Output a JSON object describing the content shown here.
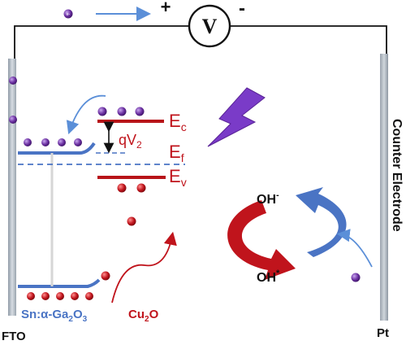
{
  "circuit": {
    "electron_symbol": "e-",
    "plus_sign": "+",
    "minus_sign": "-",
    "voltmeter_label": "V"
  },
  "electrodes": {
    "left_label": "FTO",
    "right_label": "Pt",
    "counter_label": "Counter Electrode"
  },
  "bands": {
    "ec_label": "E",
    "ec_sub": "c",
    "ef_label": "E",
    "ef_sub": "f",
    "ev_label": "E",
    "ev_sub": "v",
    "barrier_label": "qV",
    "barrier_sub": "2"
  },
  "materials": {
    "n_type_prefix": "Sn:α-Ga",
    "n_type_sub1": "2",
    "n_type_mid": "O",
    "n_type_sub2": "3",
    "p_type_prefix": "Cu",
    "p_type_sub": "2",
    "p_type_suffix": "O"
  },
  "reaction": {
    "top_species": "OH",
    "top_sup": "-",
    "bottom_species": "OH",
    "bottom_sup": "*"
  },
  "particles": {
    "electron_mark": "e-",
    "hole_mark": "h+"
  },
  "colors": {
    "electrode": "#a9b2bc",
    "n_band": "#4a74c4",
    "p_band": "#b81419",
    "electron": "#6a2fa0",
    "hole": "#c0141c",
    "lightning": "#7a3bc8",
    "cycle_red": "#c0141c",
    "cycle_blue": "#4a74c4"
  }
}
